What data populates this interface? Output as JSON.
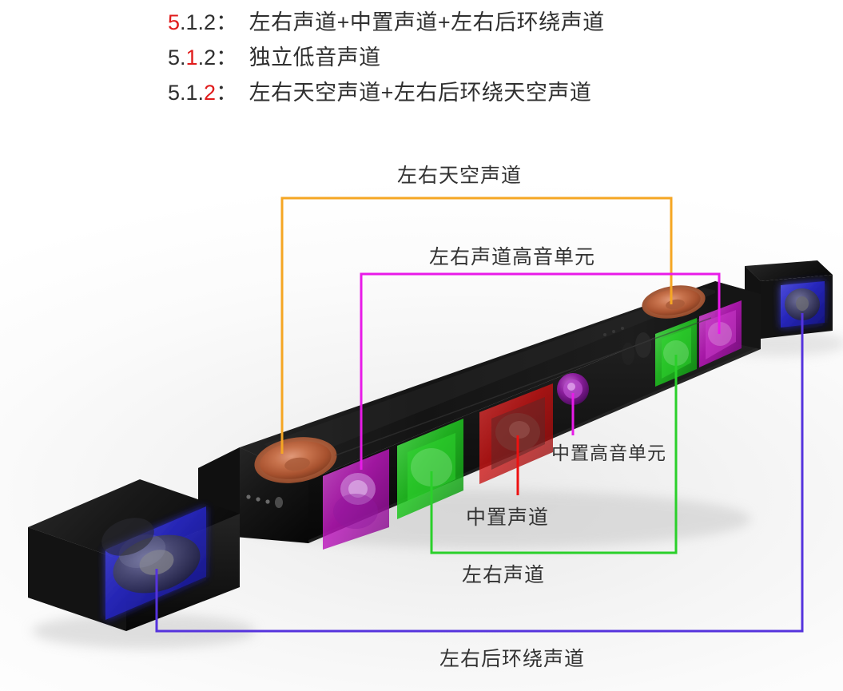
{
  "spec_lines": [
    {
      "prefix_parts": [
        "5",
        ".",
        "1",
        ".",
        "2"
      ],
      "highlight_index": 0,
      "colon": "：",
      "text": "左右声道+中置声道+左右后环绕声道"
    },
    {
      "prefix_parts": [
        "5",
        ".",
        "1",
        ".",
        "2"
      ],
      "highlight_index": 2,
      "colon": "：",
      "text": "独立低音声道"
    },
    {
      "prefix_parts": [
        "5",
        ".",
        "1",
        ".",
        "2"
      ],
      "highlight_index": 4,
      "colon": "：",
      "text": "左右天空声道+左右后环绕天空声道"
    }
  ],
  "callouts": {
    "sky": "左右天空声道",
    "lr_tweeter": "左右声道高音单元",
    "center_tweeter": "中置高音单元",
    "center": "中置声道",
    "lr": "左右声道",
    "rear": "左右后环绕声道"
  },
  "colors": {
    "highlight_red": "#e01b1b",
    "sky_orange": "#f5a623",
    "tweeter_magenta": "#e81be8",
    "center_red": "#ee1111",
    "center_tweeter_magenta": "#e81be8",
    "lr_green": "#2ad02a",
    "rear_purple": "#5533dd",
    "text_dark": "#333333",
    "body_black": "#1b1b1b"
  },
  "product": {
    "soundbar_label": "soundbar",
    "rear_speaker_left_label": "rear-surround-speaker-left",
    "rear_speaker_right_label": "rear-surround-speaker-right",
    "drivers": [
      {
        "name": "up-firing-sky-driver-left",
        "color": "#b8603a"
      },
      {
        "name": "up-firing-sky-driver-right",
        "color": "#b8603a"
      },
      {
        "name": "lr-tweeter-left",
        "color": "#c715c7"
      },
      {
        "name": "lr-tweeter-right",
        "color": "#c715c7"
      },
      {
        "name": "lr-woofer-left",
        "color": "#2ad02a"
      },
      {
        "name": "lr-woofer-right",
        "color": "#2ad02a"
      },
      {
        "name": "center-woofer",
        "color": "#cc1111"
      },
      {
        "name": "center-tweeter",
        "color": "#b822c8"
      },
      {
        "name": "rear-driver-left",
        "color": "#3a3ad8"
      },
      {
        "name": "rear-driver-right",
        "color": "#3a3ad8"
      }
    ]
  }
}
